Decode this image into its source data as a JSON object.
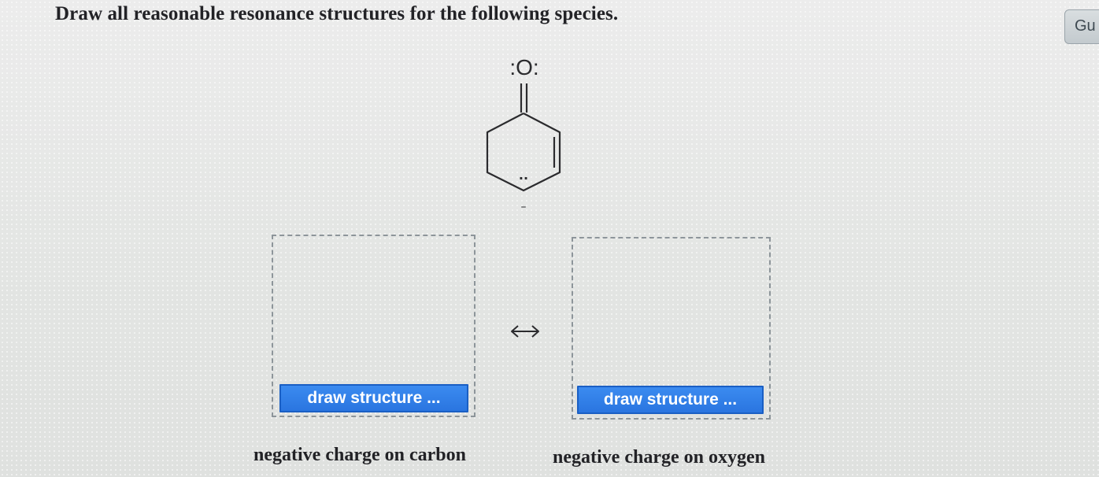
{
  "question": {
    "text": "Draw all reasonable resonance structures for the following species."
  },
  "side_tab": {
    "label": "Gu"
  },
  "molecule": {
    "oxygen_label": ":O:",
    "carbanion_lone_pair": "··",
    "carbanion_charge": "–",
    "description_icon": "cyclohexenone-enolate-carbanion-structure"
  },
  "answer_boxes": [
    {
      "button_label": "draw structure ...",
      "caption": "negative charge on carbon"
    },
    {
      "button_label": "draw structure ...",
      "caption": "negative charge on oxygen"
    }
  ],
  "resonance_arrow": {
    "icon": "double-headed-arrow-icon"
  },
  "colors": {
    "button_blue": "#2f7ee8",
    "button_border": "#1a5fc4",
    "dashed_border": "#8d959a",
    "text": "#222226",
    "background": "#e6e8e6"
  }
}
